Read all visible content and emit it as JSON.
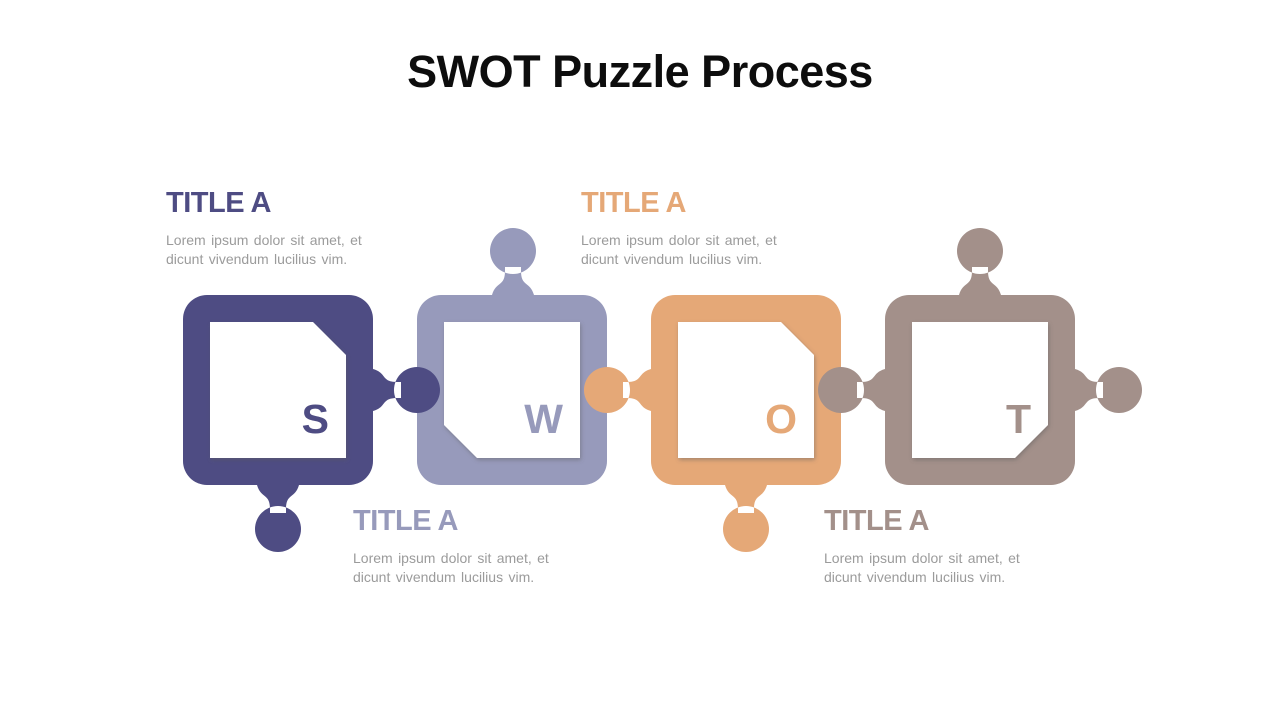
{
  "slide": {
    "title": "SWOT Puzzle Process",
    "title_color": "#0d0d0d",
    "background_color": "#ffffff"
  },
  "description_color": "#9B9B9B",
  "inner_square_color": "#ffffff",
  "pieces": [
    {
      "letter": "S",
      "color": "#4E4C83",
      "label": {
        "title": "TITLE A",
        "description": "Lorem ipsum dolor sit amet, et\ndicunt vivendum lucilius vim.",
        "position": "top-left"
      }
    },
    {
      "letter": "W",
      "color": "#979ABB",
      "label": {
        "title": "TITLE A",
        "description": "Lorem ipsum dolor sit amet, et\ndicunt vivendum lucilius vim.",
        "position": "bottom-left"
      }
    },
    {
      "letter": "O",
      "color": "#E5A877",
      "label": {
        "title": "TITLE A",
        "description": "Lorem ipsum dolor sit amet, et\ndicunt vivendum lucilius vim.",
        "position": "top-right"
      }
    },
    {
      "letter": "T",
      "color": "#A3908A",
      "label": {
        "title": "TITLE A",
        "description": "Lorem ipsum dolor sit amet, et\ndicunt vivendum lucilius vim.",
        "position": "bottom-right"
      }
    }
  ]
}
